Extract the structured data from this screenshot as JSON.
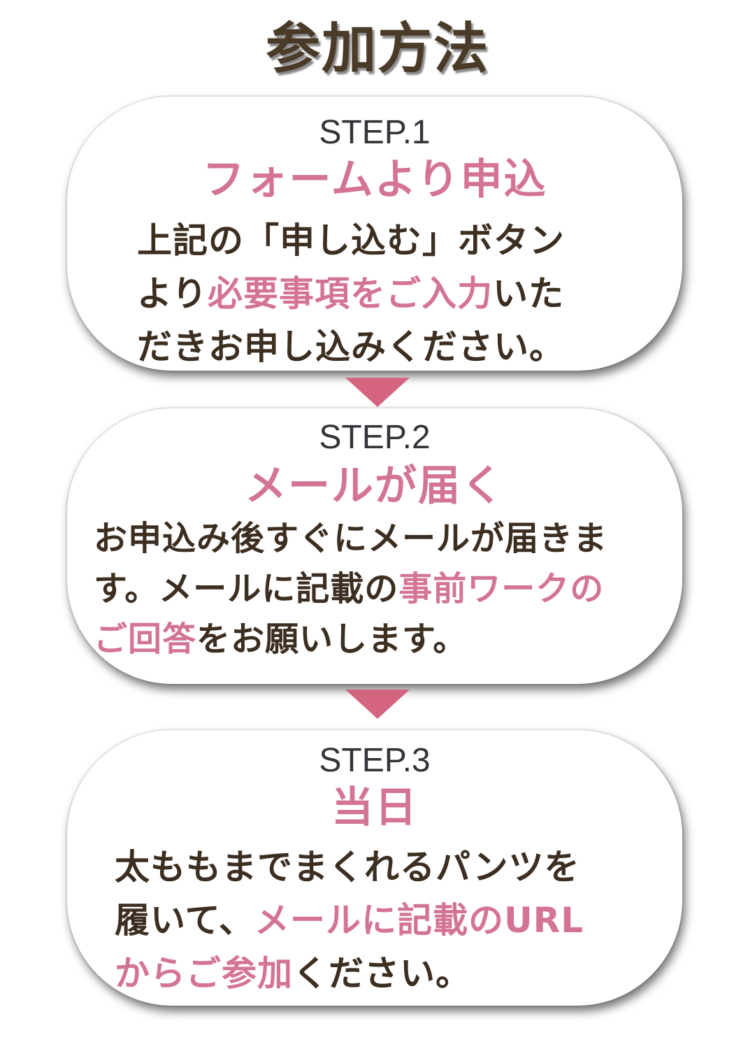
{
  "title": "参加方法",
  "colors": {
    "accent_pink": "#d47494",
    "arrow_pink": "#d46480",
    "body_text": "#3c2e20",
    "title_text": "#4a3a28"
  },
  "steps": [
    {
      "label": "STEP.1",
      "heading": "フォームより申込",
      "body": [
        [
          {
            "text": "上記の「申し込む」ボタン",
            "pink": false
          }
        ],
        [
          {
            "text": "より",
            "pink": false
          },
          {
            "text": "必要事項をご入力",
            "pink": true
          },
          {
            "text": "いた",
            "pink": false
          }
        ],
        [
          {
            "text": "だきお申し込みください。",
            "pink": false
          }
        ]
      ]
    },
    {
      "label": "STEP.2",
      "heading": "メールが届く",
      "body": [
        [
          {
            "text": "お申込み後すぐにメールが届きま",
            "pink": false
          }
        ],
        [
          {
            "text": "す。メールに記載の",
            "pink": false
          },
          {
            "text": "事前ワークの",
            "pink": true
          }
        ],
        [
          {
            "text": "ご回答",
            "pink": true
          },
          {
            "text": "をお願いします。",
            "pink": false
          }
        ]
      ]
    },
    {
      "label": "STEP.3",
      "heading": "当日",
      "body": [
        [
          {
            "text": "太ももまでまくれるパンツを",
            "pink": false
          }
        ],
        [
          {
            "text": "履いて、",
            "pink": false
          },
          {
            "text": "メールに記載のURL",
            "pink": true
          }
        ],
        [
          {
            "text": "からご参加",
            "pink": true
          },
          {
            "text": "ください。",
            "pink": false
          }
        ]
      ]
    }
  ]
}
